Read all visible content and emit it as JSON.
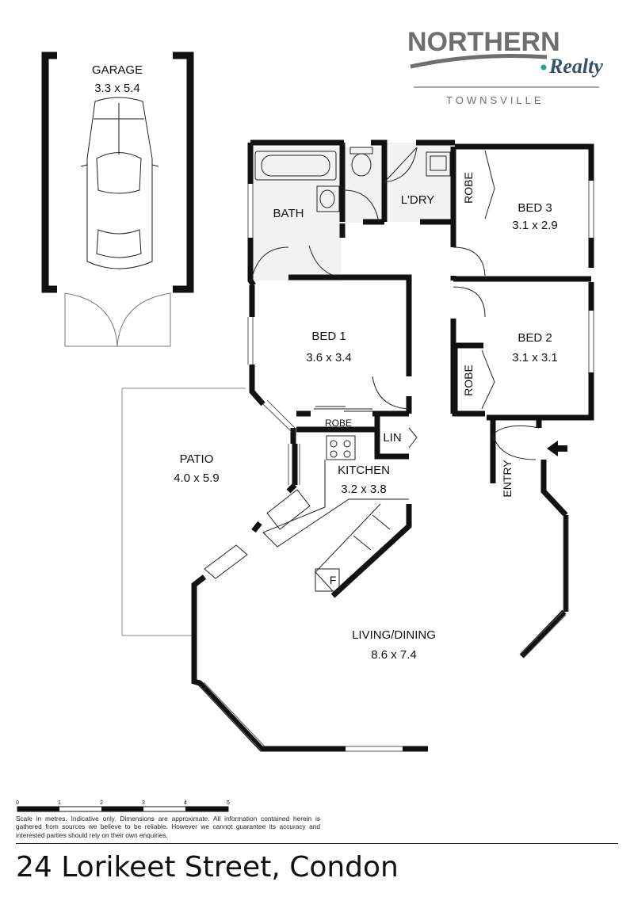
{
  "logo": {
    "main": "NORTHERN",
    "sub": "Realty",
    "town": "TOWNSVILLE",
    "colors": {
      "grey": "#6e6e70",
      "navy": "#3a4f6b",
      "dot": "#2e9c8f"
    }
  },
  "rooms": {
    "garage": {
      "name": "GARAGE",
      "size": "3.3 x 5.4"
    },
    "bath": {
      "name": "BATH"
    },
    "laundry": {
      "name": "L'DRY"
    },
    "robe_bed3": {
      "name": "ROBE"
    },
    "bed3": {
      "name": "BED 3",
      "size": "3.1 x 2.9"
    },
    "bed1": {
      "name": "BED 1",
      "size": "3.6 x 3.4"
    },
    "bed2": {
      "name": "BED 2",
      "size": "3.1 x 3.1"
    },
    "robe_bed2": {
      "name": "ROBE"
    },
    "robe_bed1": {
      "name": "ROBE"
    },
    "linen": {
      "name": "LIN"
    },
    "patio": {
      "name": "PATIO",
      "size": "4.0 x 5.9"
    },
    "kitchen": {
      "name": "KITCHEN",
      "size": "3.2 x 3.8"
    },
    "entry": {
      "name": "ENTRY"
    },
    "fridge": {
      "name": "F"
    },
    "living": {
      "name": "LIVING/DINING",
      "size": "8.6 x 7.4"
    }
  },
  "scale": {
    "ticks": [
      "0",
      "1",
      "2",
      "3",
      "4",
      "5"
    ],
    "disclaimer": "Scale in metres. Indicative only. Dimensions are approximate. All information contained herein is gathered from sources we believe to be reliable. However we cannot guarantee its accuracy and interested parties should rely on their own enquiries."
  },
  "address": "24 Lorikeet Street, Condon"
}
